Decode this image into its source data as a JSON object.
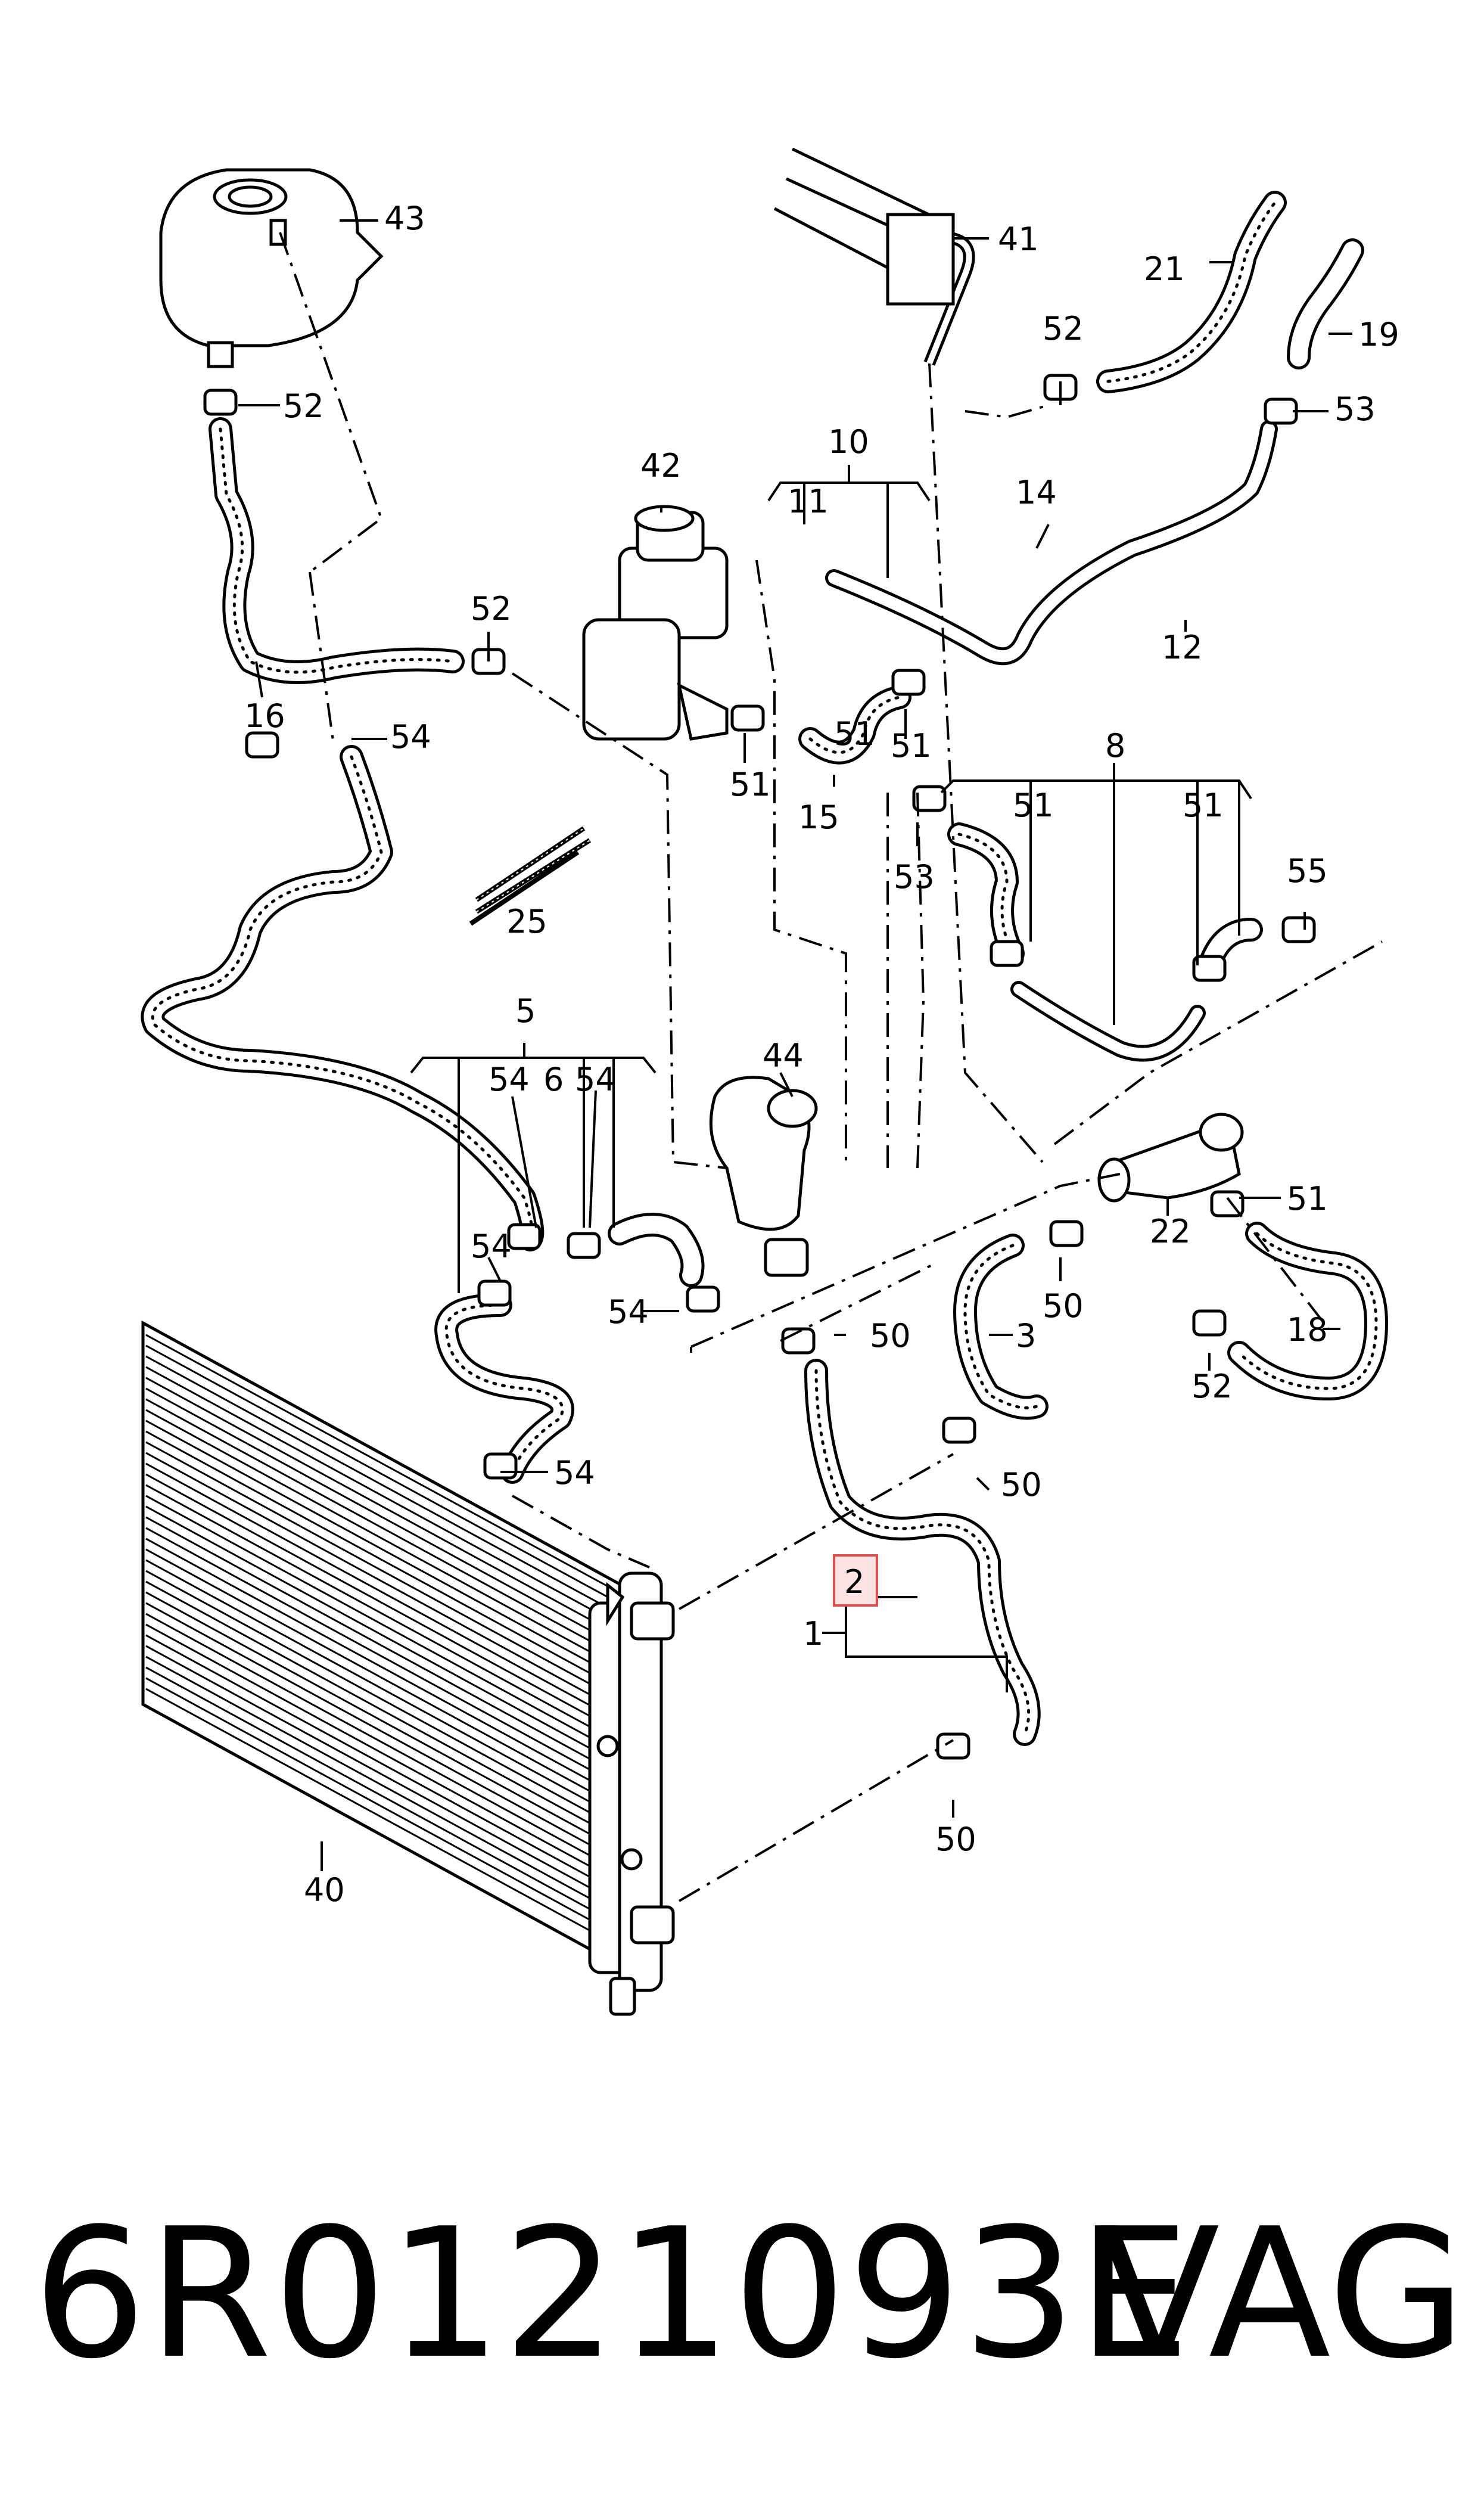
{
  "callouts": {
    "c1": "1",
    "c2": "2",
    "c3": "3",
    "c5": "5",
    "c6": "6",
    "c8": "8",
    "c10": "10",
    "c11": "11",
    "c12": "12",
    "c14": "14",
    "c15": "15",
    "c16": "16",
    "c18": "18",
    "c19": "19",
    "c21": "21",
    "c22": "22",
    "c25": "25",
    "c40": "40",
    "c41": "41",
    "c42": "42",
    "c43": "43",
    "c44": "44",
    "c50a": "50",
    "c50b": "50",
    "c50c": "50",
    "c50d": "50",
    "c51a": "51",
    "c51b": "51",
    "c51c": "51",
    "c51d": "51",
    "c51e": "51",
    "c51f": "51",
    "c52a": "52",
    "c52b": "52",
    "c52c": "52",
    "c52d": "52",
    "c53a": "53",
    "c53b": "53",
    "c54a": "54",
    "c54b": "54",
    "c54c": "54",
    "c54d": "54",
    "c54e": "54",
    "c54f": "54",
    "c55": "55"
  },
  "highlight": {
    "callout": "2",
    "color": "#e05050"
  },
  "footer": {
    "part_number": "6R0121093E",
    "brand": "VAG"
  }
}
